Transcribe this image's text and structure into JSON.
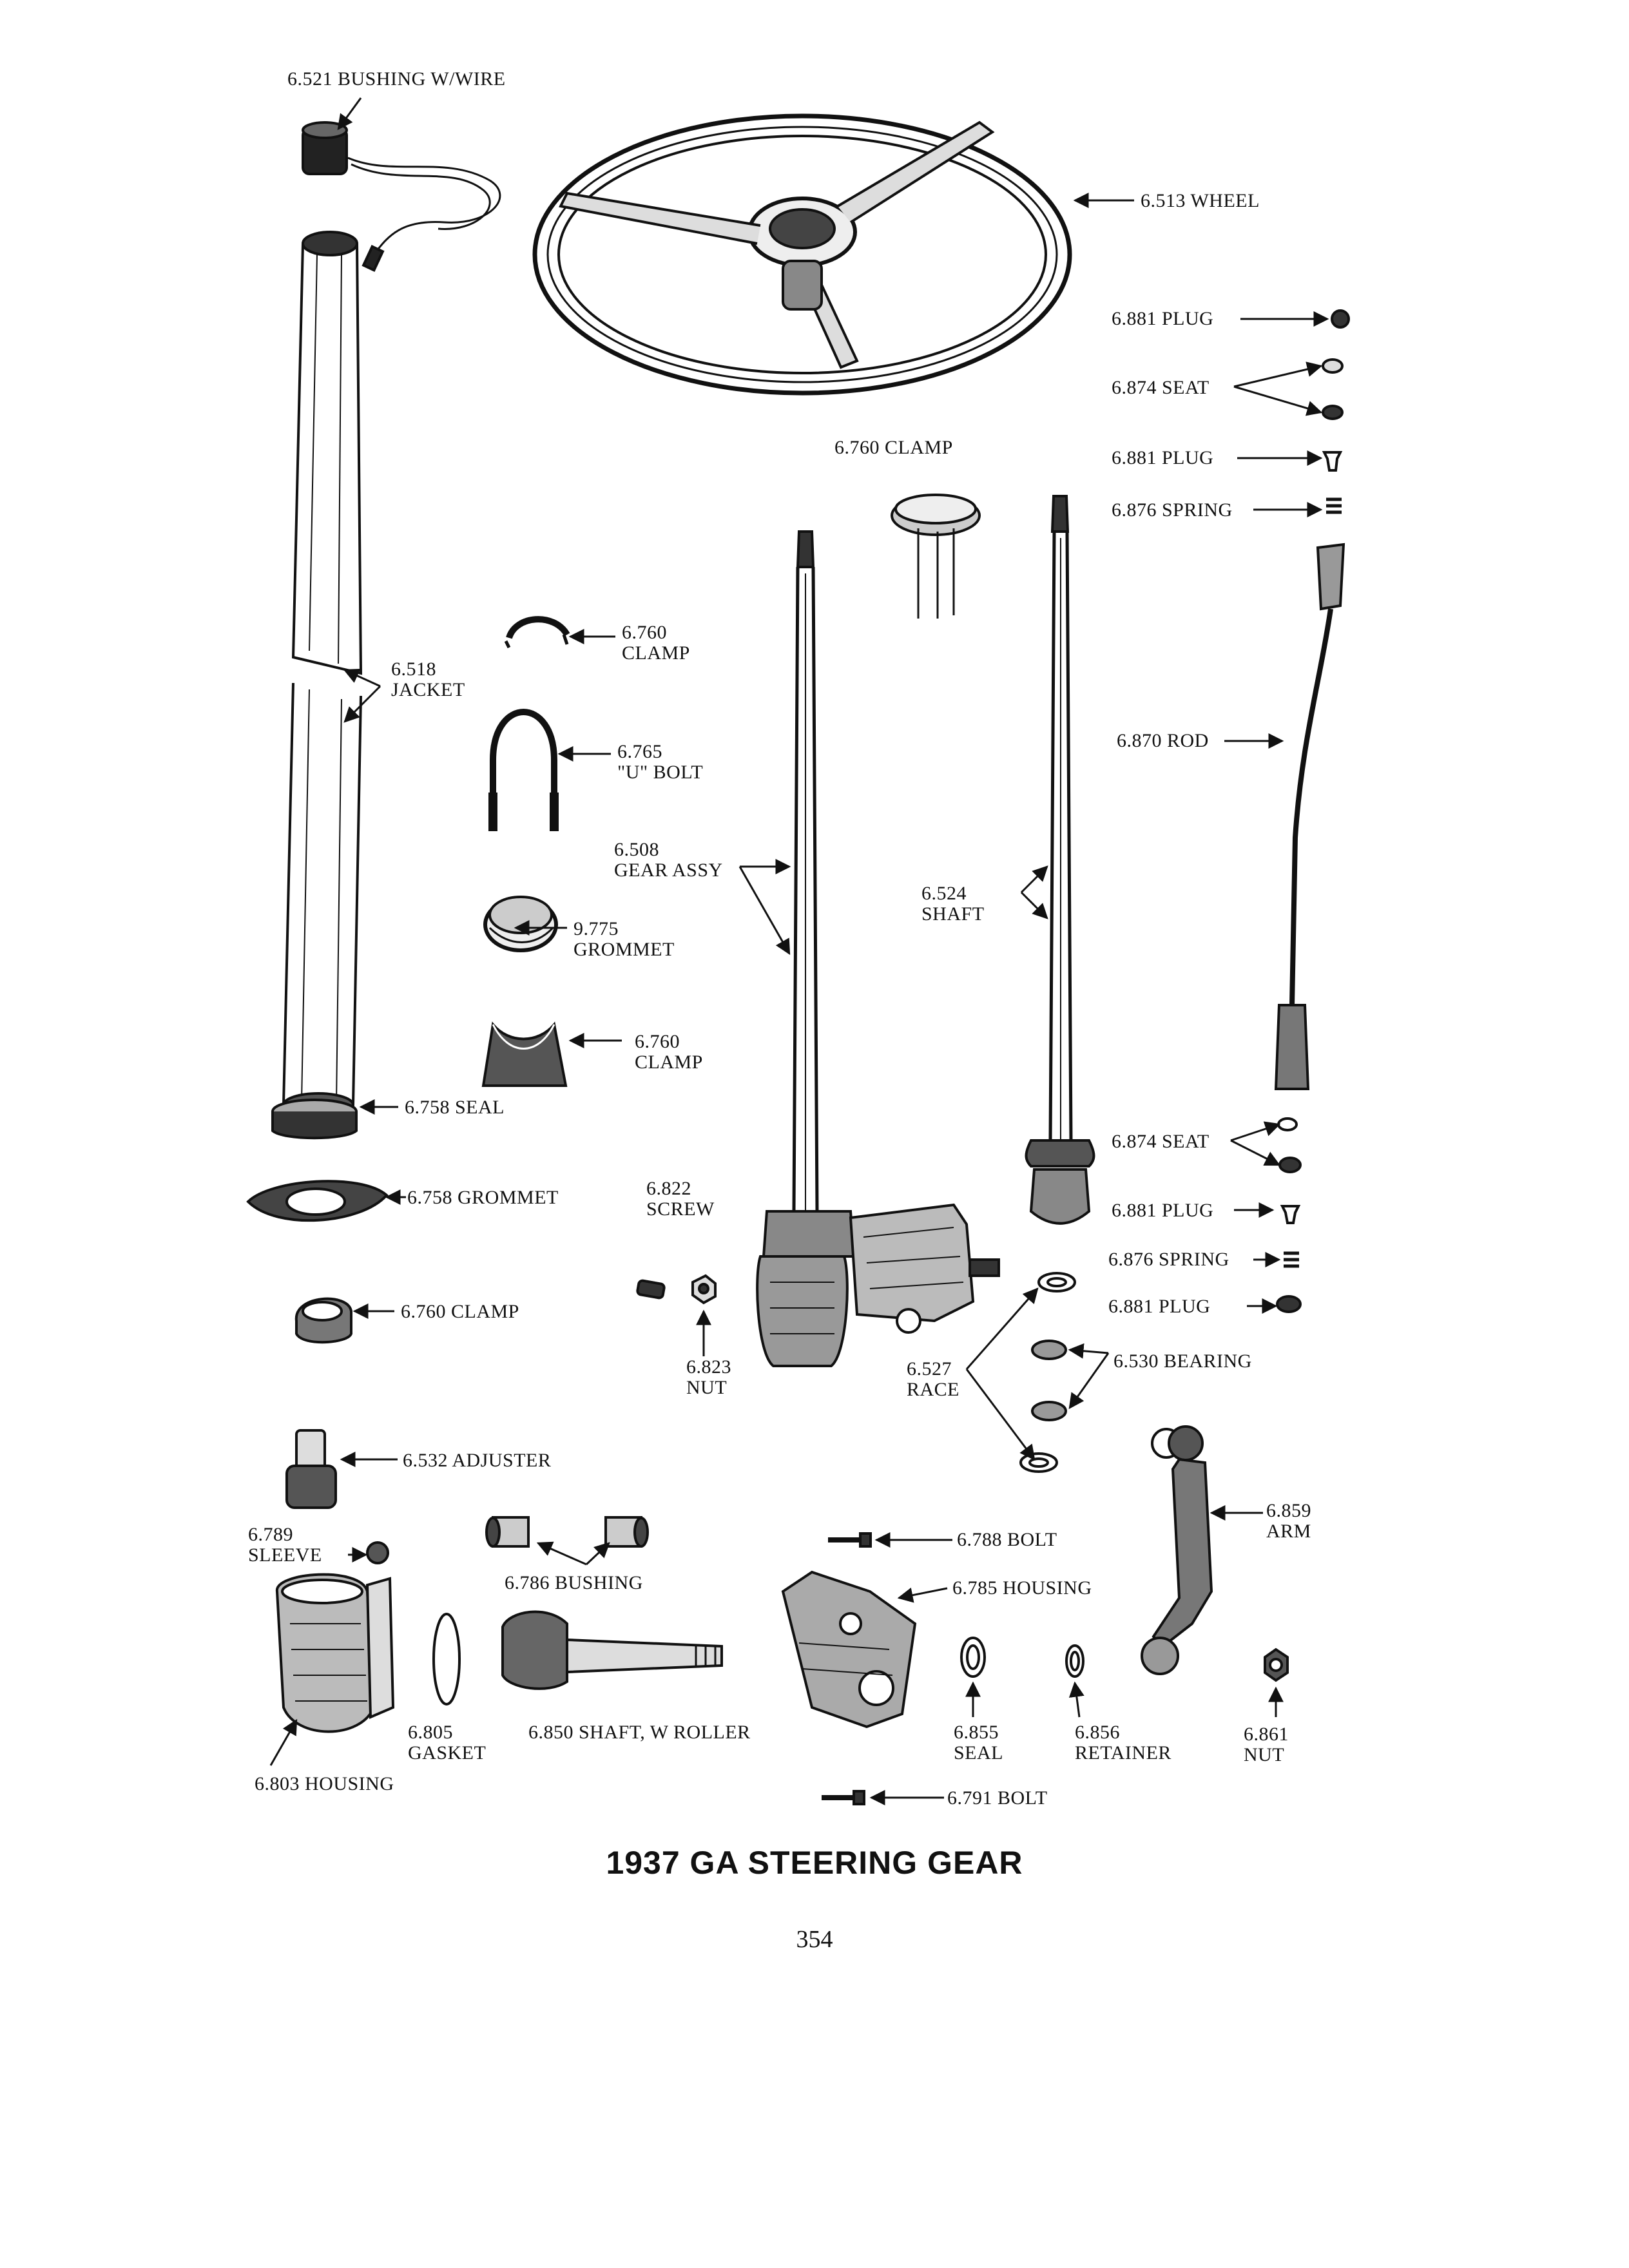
{
  "caption": "1937 GA STEERING GEAR",
  "page_number": "354",
  "labels": {
    "bushing_wire": "6.521 BUSHING W/WIRE",
    "wheel": "6.513 WHEEL",
    "plug_1": "6.881 PLUG",
    "seat_1": "6.874 SEAT",
    "plug_2": "6.881 PLUG",
    "spring_1": "6.876 SPRING",
    "clamp_top": "6.760 CLAMP",
    "clamp_small_num": "6.760",
    "clamp_small_name": "CLAMP",
    "jacket_num": "6.518",
    "jacket_name": "JACKET",
    "ubolt_num": "6.765",
    "ubolt_name": "\"U\" BOLT",
    "gear_assy_num": "6.508",
    "gear_assy_name": "GEAR ASSY",
    "shaft_num": "6.524",
    "shaft_name": "SHAFT",
    "rod": "6.870 ROD",
    "grommet_top_num": "9.775",
    "grommet_top_name": "GROMMET",
    "clamp_mid_num": "6.760",
    "clamp_mid_name": "CLAMP",
    "seal_top": "6.758 SEAL",
    "grommet_mid": "6.758 GROMMET",
    "screw_num": "6.822",
    "screw_name": "SCREW",
    "seat_2": "6.874 SEAT",
    "plug_3": "6.881 PLUG",
    "spring_2": "6.876 SPRING",
    "plug_4": "6.881 PLUG",
    "clamp_low": "6.760 CLAMP",
    "nut_823_num": "6.823",
    "nut_823_name": "NUT",
    "race_num": "6.527",
    "race_name": "RACE",
    "bearing": "6.530 BEARING",
    "adjuster": "6.532 ADJUSTER",
    "arm_num": "6.859",
    "arm_name": "ARM",
    "sleeve_num": "6.789",
    "sleeve_name": "SLEEVE",
    "bolt_788": "6.788 BOLT",
    "bushing_786": "6.786 BUSHING",
    "housing_785": "6.785 HOUSING",
    "gasket_num": "6.805",
    "gasket_name": "GASKET",
    "shaft_roller": "6.850 SHAFT, W ROLLER",
    "seal_855_num": "6.855",
    "seal_855_name": "SEAL",
    "retainer_num": "6.856",
    "retainer_name": "RETAINER",
    "nut_861_num": "6.861",
    "nut_861_name": "NUT",
    "housing_803": "6.803 HOUSING",
    "bolt_791": "6.791 BOLT"
  }
}
